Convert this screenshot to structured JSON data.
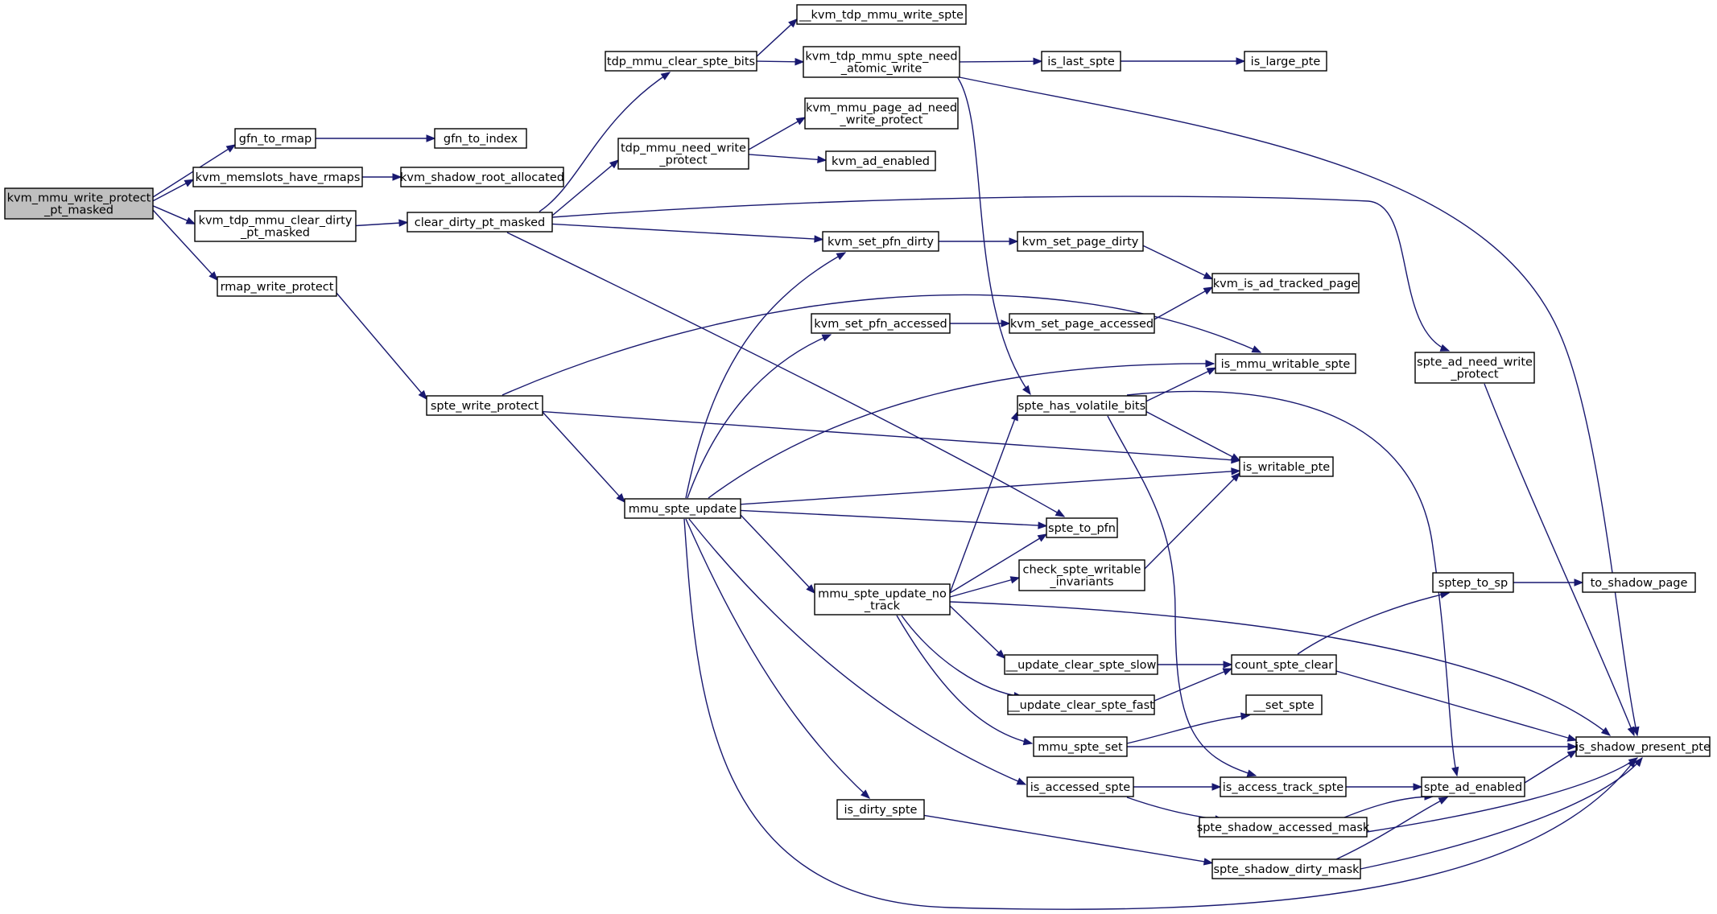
{
  "diagram": {
    "type": "call-graph",
    "nodes": [
      {
        "id": "root",
        "lines": [
          "kvm_mmu_write_protect",
          "_pt_masked"
        ],
        "highlighted": true
      },
      {
        "id": "gfn_to_rmap",
        "lines": [
          "gfn_to_rmap"
        ]
      },
      {
        "id": "gfn_to_index",
        "lines": [
          "gfn_to_index"
        ]
      },
      {
        "id": "kvm_memslots_have_rmaps",
        "lines": [
          "kvm_memslots_have_rmaps"
        ]
      },
      {
        "id": "kvm_shadow_root_allocated",
        "lines": [
          "kvm_shadow_root_allocated"
        ]
      },
      {
        "id": "kvm_tdp_mmu_clear_dirty_pt_masked",
        "lines": [
          "kvm_tdp_mmu_clear_dirty",
          "_pt_masked"
        ]
      },
      {
        "id": "clear_dirty_pt_masked",
        "lines": [
          "clear_dirty_pt_masked"
        ]
      },
      {
        "id": "rmap_write_protect",
        "lines": [
          "rmap_write_protect"
        ]
      },
      {
        "id": "spte_write_protect",
        "lines": [
          "spte_write_protect"
        ]
      },
      {
        "id": "tdp_mmu_clear_spte_bits",
        "lines": [
          "tdp_mmu_clear_spte_bits"
        ]
      },
      {
        "id": "__kvm_tdp_mmu_write_spte",
        "lines": [
          "__kvm_tdp_mmu_write_spte"
        ]
      },
      {
        "id": "kvm_tdp_mmu_spte_need_atomic_write",
        "lines": [
          "kvm_tdp_mmu_spte_need",
          "_atomic_write"
        ]
      },
      {
        "id": "is_last_spte",
        "lines": [
          "is_last_spte"
        ]
      },
      {
        "id": "is_large_pte",
        "lines": [
          "is_large_pte"
        ]
      },
      {
        "id": "tdp_mmu_need_write_protect",
        "lines": [
          "tdp_mmu_need_write",
          "_protect"
        ]
      },
      {
        "id": "kvm_mmu_page_ad_need_write_protect",
        "lines": [
          "kvm_mmu_page_ad_need",
          "_write_protect"
        ]
      },
      {
        "id": "kvm_ad_enabled",
        "lines": [
          "kvm_ad_enabled"
        ]
      },
      {
        "id": "kvm_set_pfn_dirty",
        "lines": [
          "kvm_set_pfn_dirty"
        ]
      },
      {
        "id": "kvm_set_page_dirty",
        "lines": [
          "kvm_set_page_dirty"
        ]
      },
      {
        "id": "kvm_is_ad_tracked_page",
        "lines": [
          "kvm_is_ad_tracked_page"
        ]
      },
      {
        "id": "kvm_set_pfn_accessed",
        "lines": [
          "kvm_set_pfn_accessed"
        ]
      },
      {
        "id": "kvm_set_page_accessed",
        "lines": [
          "kvm_set_page_accessed"
        ]
      },
      {
        "id": "is_mmu_writable_spte",
        "lines": [
          "is_mmu_writable_spte"
        ]
      },
      {
        "id": "spte_ad_need_write_protect",
        "lines": [
          "spte_ad_need_write",
          "_protect"
        ]
      },
      {
        "id": "spte_has_volatile_bits",
        "lines": [
          "spte_has_volatile_bits"
        ]
      },
      {
        "id": "is_writable_pte",
        "lines": [
          "is_writable_pte"
        ]
      },
      {
        "id": "mmu_spte_update",
        "lines": [
          "mmu_spte_update"
        ]
      },
      {
        "id": "spte_to_pfn",
        "lines": [
          "spte_to_pfn"
        ]
      },
      {
        "id": "check_spte_writable_invariants",
        "lines": [
          "check_spte_writable",
          "_invariants"
        ]
      },
      {
        "id": "mmu_spte_update_no_track",
        "lines": [
          "mmu_spte_update_no",
          "_track"
        ]
      },
      {
        "id": "sptep_to_sp",
        "lines": [
          "sptep_to_sp"
        ]
      },
      {
        "id": "to_shadow_page",
        "lines": [
          "to_shadow_page"
        ]
      },
      {
        "id": "__update_clear_spte_slow",
        "lines": [
          "__update_clear_spte_slow"
        ]
      },
      {
        "id": "count_spte_clear",
        "lines": [
          "count_spte_clear"
        ]
      },
      {
        "id": "__update_clear_spte_fast",
        "lines": [
          "__update_clear_spte_fast"
        ]
      },
      {
        "id": "__set_spte",
        "lines": [
          "__set_spte"
        ]
      },
      {
        "id": "mmu_spte_set",
        "lines": [
          "mmu_spte_set"
        ]
      },
      {
        "id": "is_shadow_present_pte",
        "lines": [
          "is_shadow_present_pte"
        ]
      },
      {
        "id": "is_accessed_spte",
        "lines": [
          "is_accessed_spte"
        ]
      },
      {
        "id": "is_access_track_spte",
        "lines": [
          "is_access_track_spte"
        ]
      },
      {
        "id": "spte_ad_enabled",
        "lines": [
          "spte_ad_enabled"
        ]
      },
      {
        "id": "is_dirty_spte",
        "lines": [
          "is_dirty_spte"
        ]
      },
      {
        "id": "spte_shadow_accessed_mask",
        "lines": [
          "spte_shadow_accessed_mask"
        ]
      },
      {
        "id": "spte_shadow_dirty_mask",
        "lines": [
          "spte_shadow_dirty_mask"
        ]
      }
    ],
    "edges": [
      [
        "root",
        "gfn_to_rmap"
      ],
      [
        "root",
        "kvm_memslots_have_rmaps"
      ],
      [
        "root",
        "kvm_tdp_mmu_clear_dirty_pt_masked"
      ],
      [
        "root",
        "rmap_write_protect"
      ],
      [
        "gfn_to_rmap",
        "gfn_to_index"
      ],
      [
        "kvm_memslots_have_rmaps",
        "kvm_shadow_root_allocated"
      ],
      [
        "kvm_tdp_mmu_clear_dirty_pt_masked",
        "clear_dirty_pt_masked"
      ],
      [
        "clear_dirty_pt_masked",
        "tdp_mmu_clear_spte_bits"
      ],
      [
        "clear_dirty_pt_masked",
        "tdp_mmu_need_write_protect"
      ],
      [
        "clear_dirty_pt_masked",
        "kvm_set_pfn_dirty"
      ],
      [
        "clear_dirty_pt_masked",
        "spte_ad_need_write_protect"
      ],
      [
        "clear_dirty_pt_masked",
        "spte_to_pfn"
      ],
      [
        "tdp_mmu_clear_spte_bits",
        "__kvm_tdp_mmu_write_spte"
      ],
      [
        "tdp_mmu_clear_spte_bits",
        "kvm_tdp_mmu_spte_need_atomic_write"
      ],
      [
        "kvm_tdp_mmu_spte_need_atomic_write",
        "is_last_spte"
      ],
      [
        "kvm_tdp_mmu_spte_need_atomic_write",
        "is_shadow_present_pte"
      ],
      [
        "kvm_tdp_mmu_spte_need_atomic_write",
        "spte_has_volatile_bits"
      ],
      [
        "is_last_spte",
        "is_large_pte"
      ],
      [
        "tdp_mmu_need_write_protect",
        "kvm_mmu_page_ad_need_write_protect"
      ],
      [
        "tdp_mmu_need_write_protect",
        "kvm_ad_enabled"
      ],
      [
        "kvm_set_pfn_dirty",
        "kvm_set_page_dirty"
      ],
      [
        "kvm_set_page_dirty",
        "kvm_is_ad_tracked_page"
      ],
      [
        "kvm_set_pfn_accessed",
        "kvm_set_page_accessed"
      ],
      [
        "kvm_set_page_accessed",
        "kvm_is_ad_tracked_page"
      ],
      [
        "spte_ad_need_write_protect",
        "is_shadow_present_pte"
      ],
      [
        "rmap_write_protect",
        "spte_write_protect"
      ],
      [
        "spte_write_protect",
        "is_mmu_writable_spte"
      ],
      [
        "spte_write_protect",
        "is_writable_pte"
      ],
      [
        "spte_write_protect",
        "mmu_spte_update"
      ],
      [
        "mmu_spte_update",
        "kvm_set_pfn_dirty"
      ],
      [
        "mmu_spte_update",
        "kvm_set_pfn_accessed"
      ],
      [
        "mmu_spte_update",
        "is_mmu_writable_spte"
      ],
      [
        "mmu_spte_update",
        "is_writable_pte"
      ],
      [
        "mmu_spte_update",
        "spte_to_pfn"
      ],
      [
        "mmu_spte_update",
        "mmu_spte_update_no_track"
      ],
      [
        "mmu_spte_update",
        "is_accessed_spte"
      ],
      [
        "mmu_spte_update",
        "is_dirty_spte"
      ],
      [
        "mmu_spte_update",
        "is_shadow_present_pte"
      ],
      [
        "spte_has_volatile_bits",
        "is_mmu_writable_spte"
      ],
      [
        "spte_has_volatile_bits",
        "is_writable_pte"
      ],
      [
        "spte_has_volatile_bits",
        "spte_ad_enabled"
      ],
      [
        "spte_has_volatile_bits",
        "is_access_track_spte"
      ],
      [
        "mmu_spte_update_no_track",
        "spte_has_volatile_bits"
      ],
      [
        "mmu_spte_update_no_track",
        "spte_to_pfn"
      ],
      [
        "mmu_spte_update_no_track",
        "check_spte_writable_invariants"
      ],
      [
        "mmu_spte_update_no_track",
        "is_shadow_present_pte"
      ],
      [
        "mmu_spte_update_no_track",
        "__update_clear_spte_slow"
      ],
      [
        "mmu_spte_update_no_track",
        "__update_clear_spte_fast"
      ],
      [
        "mmu_spte_update_no_track",
        "mmu_spte_set"
      ],
      [
        "check_spte_writable_invariants",
        "is_writable_pte"
      ],
      [
        "__update_clear_spte_slow",
        "count_spte_clear"
      ],
      [
        "__update_clear_spte_fast",
        "count_spte_clear"
      ],
      [
        "count_spte_clear",
        "sptep_to_sp"
      ],
      [
        "count_spte_clear",
        "is_shadow_present_pte"
      ],
      [
        "sptep_to_sp",
        "to_shadow_page"
      ],
      [
        "mmu_spte_set",
        "__set_spte"
      ],
      [
        "mmu_spte_set",
        "is_shadow_present_pte"
      ],
      [
        "is_accessed_spte",
        "is_access_track_spte"
      ],
      [
        "is_accessed_spte",
        "spte_shadow_accessed_mask"
      ],
      [
        "is_access_track_spte",
        "spte_ad_enabled"
      ],
      [
        "spte_ad_enabled",
        "is_shadow_present_pte"
      ],
      [
        "spte_shadow_accessed_mask",
        "spte_ad_enabled"
      ],
      [
        "spte_shadow_accessed_mask",
        "is_shadow_present_pte"
      ],
      [
        "is_dirty_spte",
        "spte_shadow_dirty_mask"
      ],
      [
        "spte_shadow_dirty_mask",
        "spte_ad_enabled"
      ],
      [
        "spte_shadow_dirty_mask",
        "is_shadow_present_pte"
      ]
    ],
    "colors": {
      "edge": "#191970",
      "node_fill": "#ffffff",
      "root_fill": "#bfbfbf",
      "border": "#000000"
    }
  }
}
